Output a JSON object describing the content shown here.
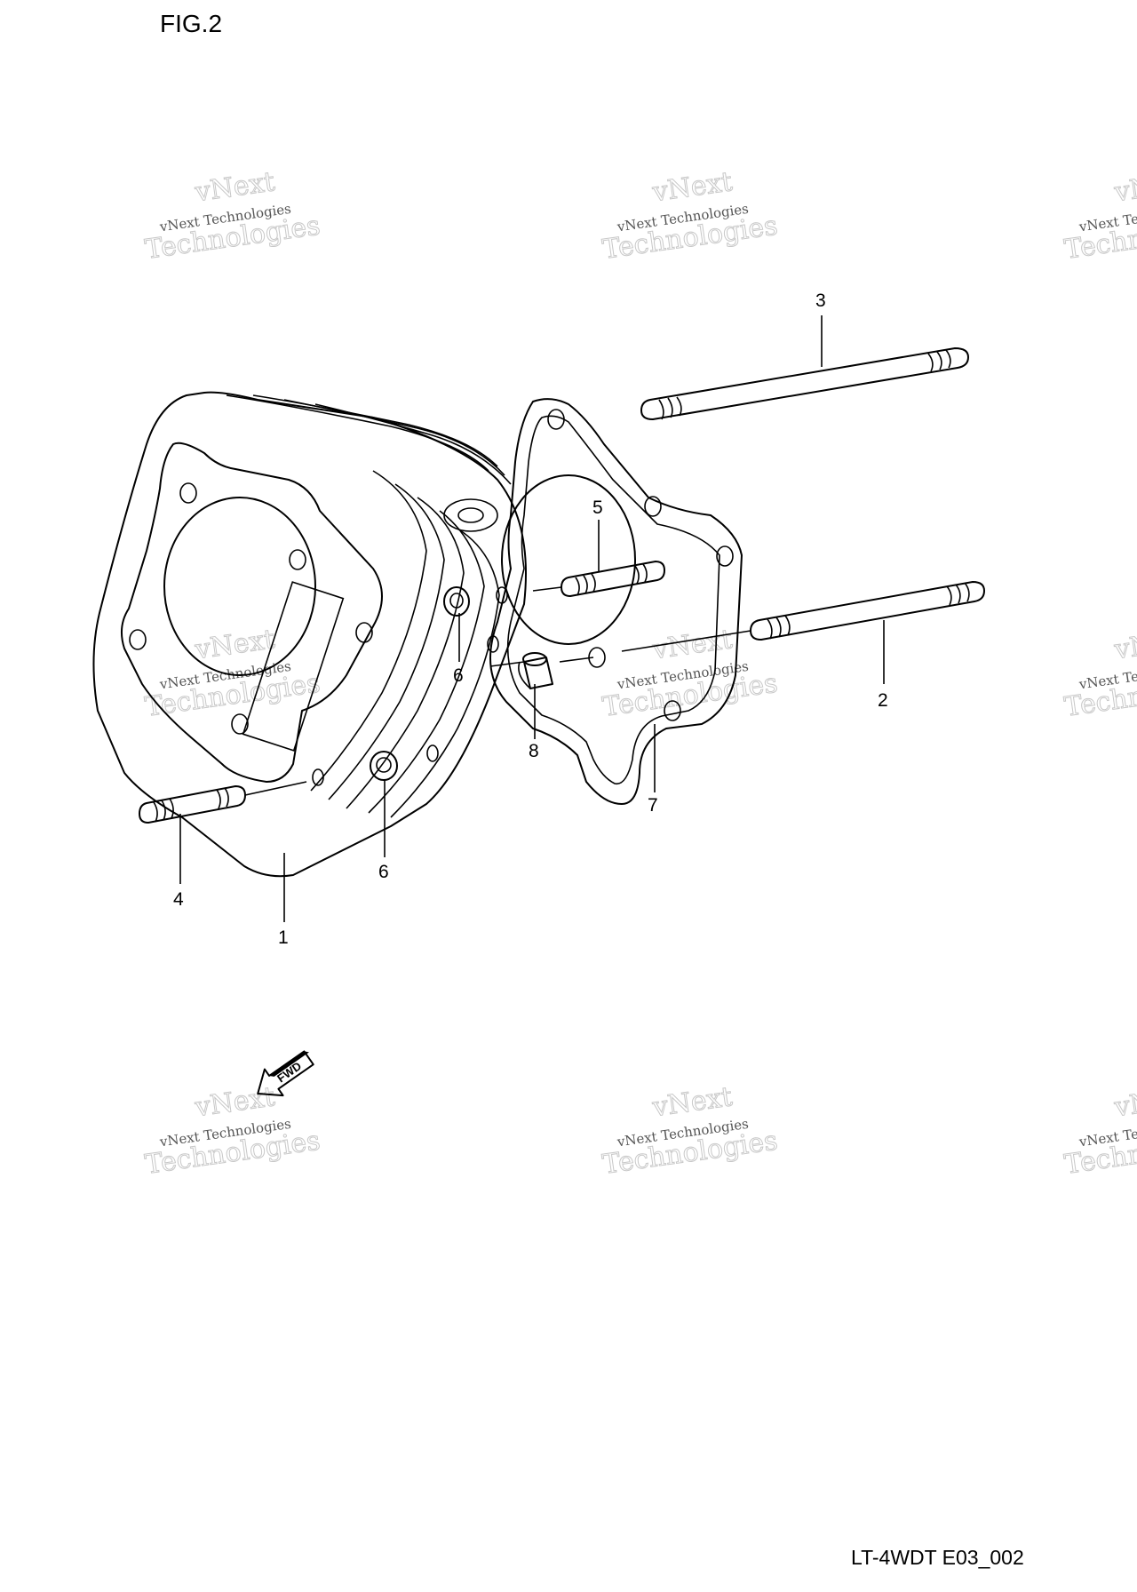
{
  "figure_title": "FIG.2",
  "drawing_code": "LT-4WDT E03_002",
  "fwd_arrow_label": "FWD",
  "watermark": {
    "line_small": "vNext Technologies",
    "line_top": "vNext",
    "line_bottom": "Technologies"
  },
  "callouts": [
    {
      "id": "1",
      "label": "1"
    },
    {
      "id": "2",
      "label": "2"
    },
    {
      "id": "3",
      "label": "3"
    },
    {
      "id": "4",
      "label": "4"
    },
    {
      "id": "5",
      "label": "5"
    },
    {
      "id": "6a",
      "label": "6"
    },
    {
      "id": "6b",
      "label": "6"
    },
    {
      "id": "7",
      "label": "7"
    },
    {
      "id": "8",
      "label": "8"
    }
  ]
}
